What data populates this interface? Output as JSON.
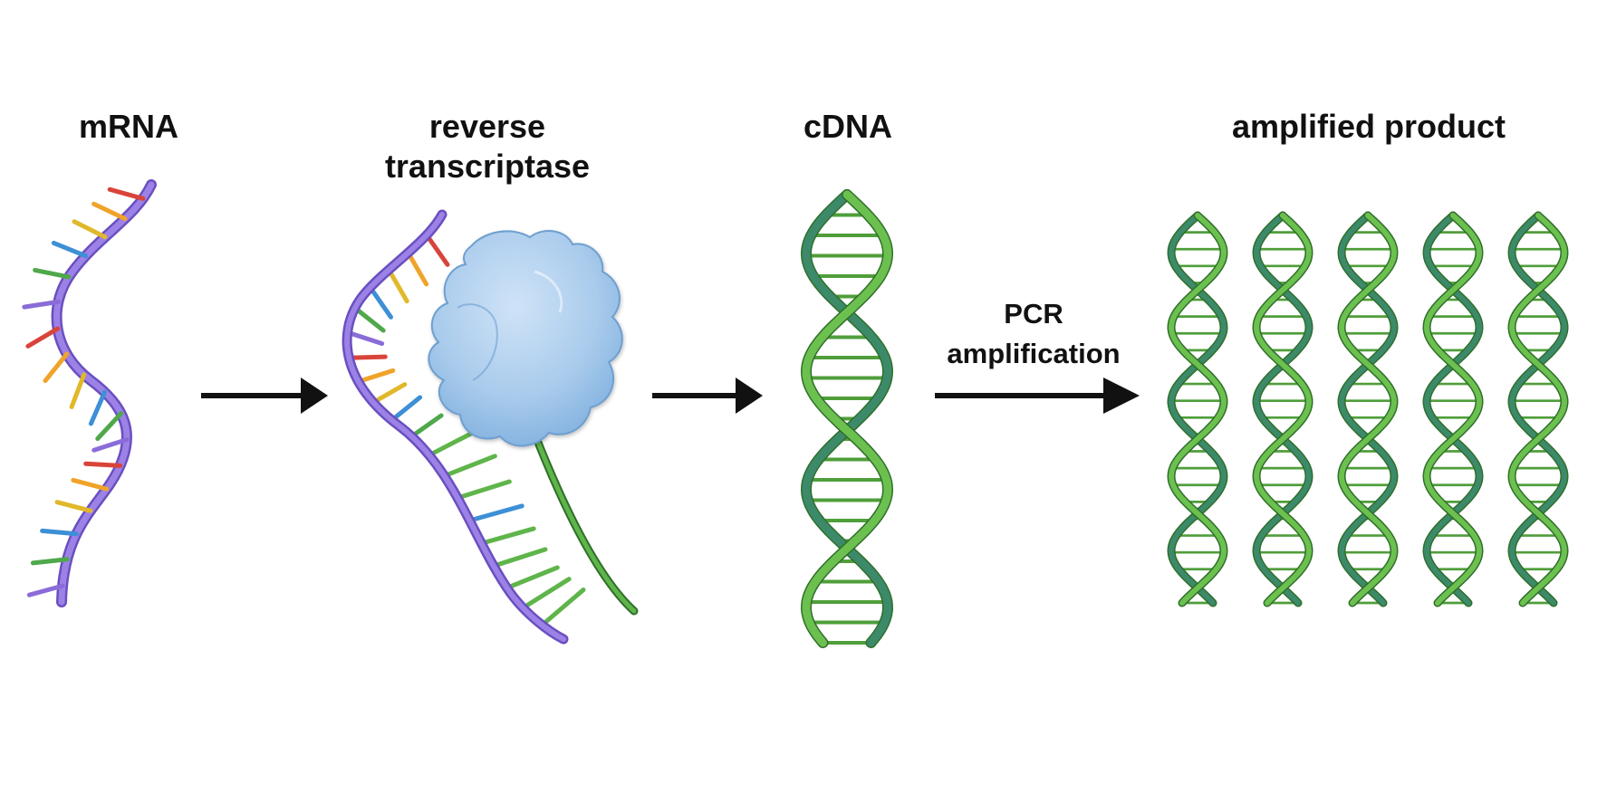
{
  "labels": {
    "mrna": "mRNA",
    "rt_line1": "reverse",
    "rt_line2": "transcriptase",
    "cdna": "cDNA",
    "amplified": "amplified product",
    "pcr_line1": "PCR",
    "pcr_line2": "amplification"
  },
  "colors": {
    "rna_strand": "#8a6cd8",
    "dna_strand": "#4f9e3a",
    "dna_strand_dark": "#2f6f2a",
    "dna_teal": "#3c8a6a",
    "enzyme": "#a9cbec",
    "enzyme_edge": "#6e9fd0",
    "arrow": "#111111",
    "bases": [
      "#d9443a",
      "#f0a32a",
      "#e0b82a",
      "#3d8fd6",
      "#4fa84a",
      "#8a6cd8"
    ]
  },
  "icons": {
    "mrna": "rna-strand-icon",
    "enzyme": "reverse-transcriptase-enzyme-icon",
    "cdna": "double-helix-icon",
    "amplified": "double-helix-copies-icon"
  },
  "amplified_copies": 5
}
